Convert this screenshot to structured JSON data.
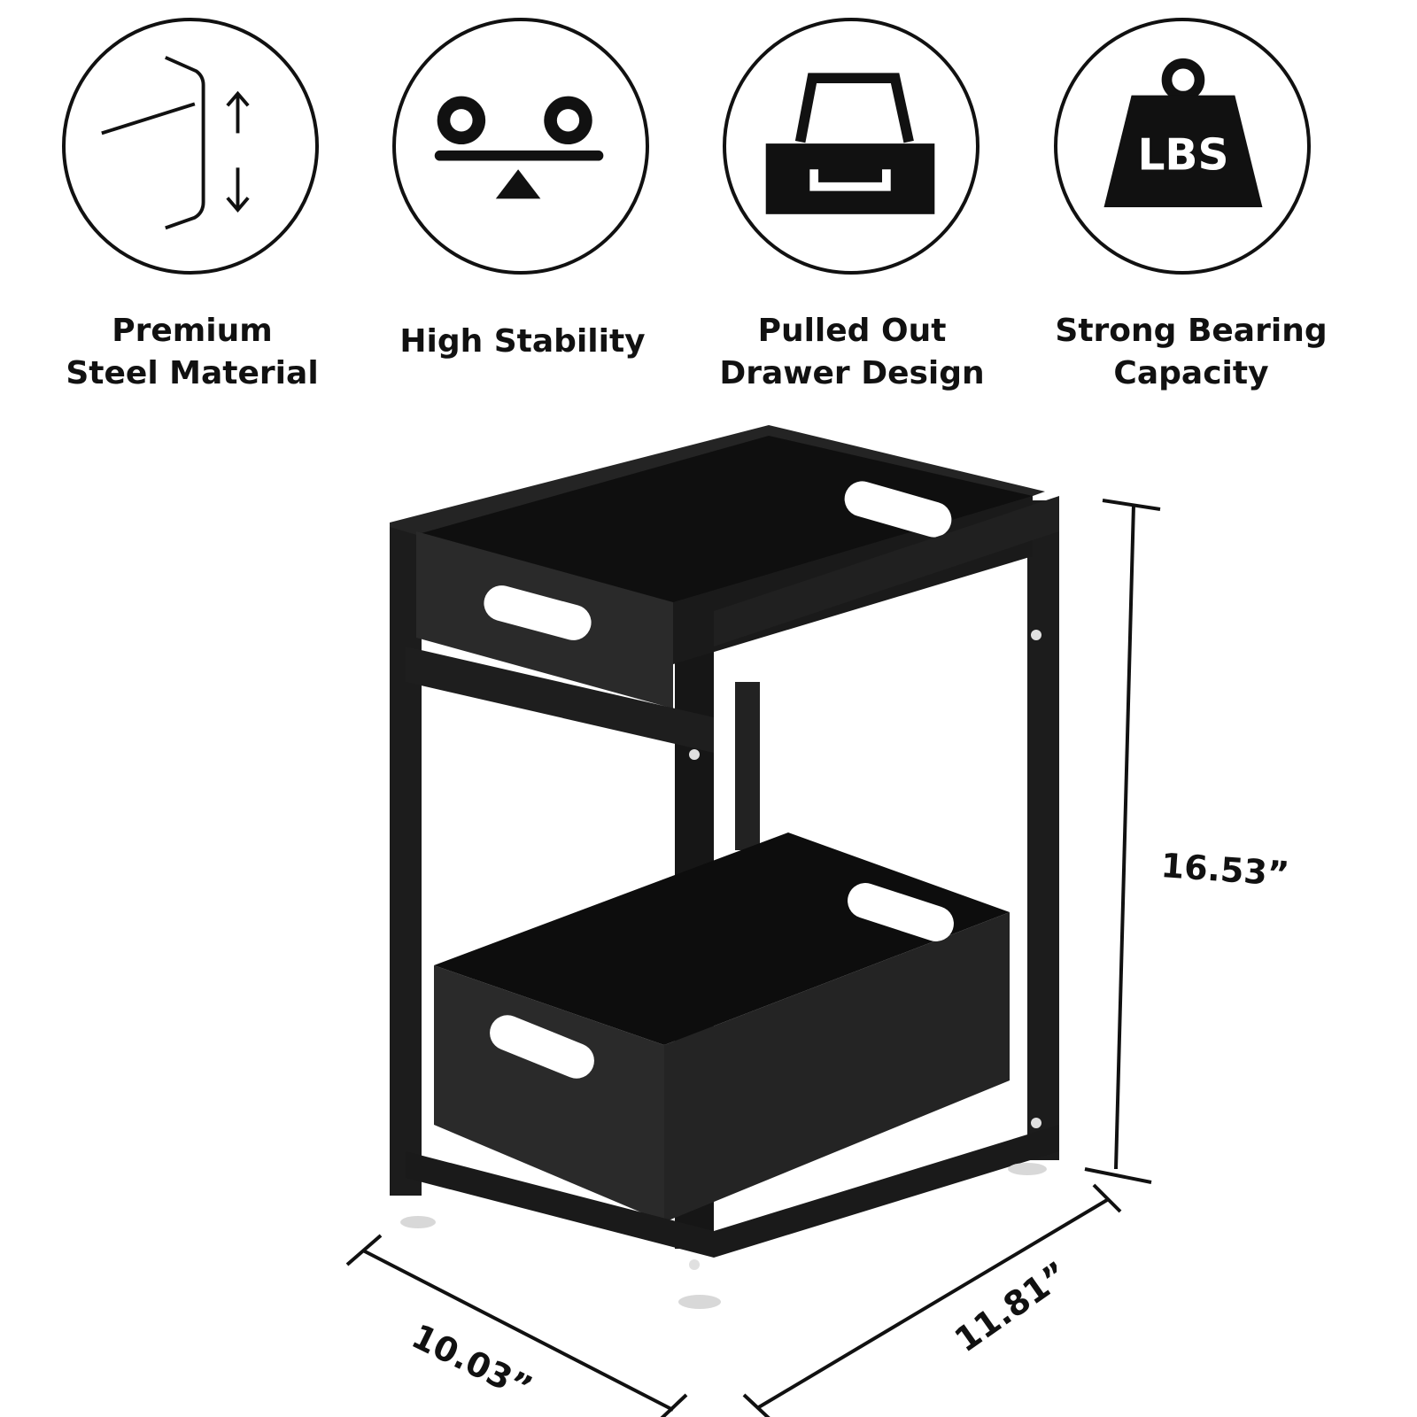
{
  "features": [
    {
      "icon": "steel-bracket-icon",
      "line1": "Premium",
      "line2": "Steel Material"
    },
    {
      "icon": "balance-scale-icon",
      "line1": "High Stability",
      "line2": ""
    },
    {
      "icon": "drawer-icon",
      "line1": "Pulled Out",
      "line2": "Drawer Design"
    },
    {
      "icon": "weight-icon",
      "icon_text": "LBS",
      "line1": "Strong Bearing",
      "line2": "Capacity"
    }
  ],
  "dimensions": {
    "height": "16.53”",
    "width": "11.81”",
    "depth": "10.03”"
  },
  "colors": {
    "ink": "#111111",
    "rack": "#1c1c1c",
    "panel": "#2a2a2a"
  }
}
